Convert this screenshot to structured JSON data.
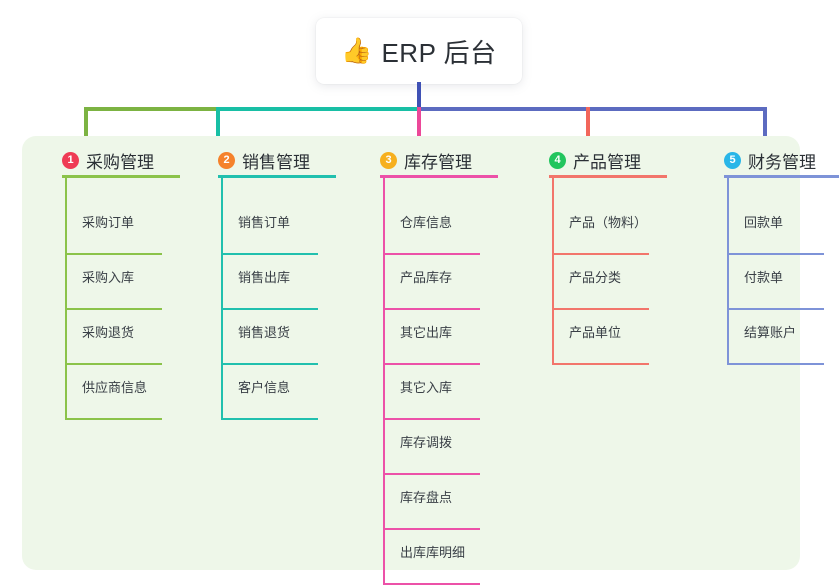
{
  "root": {
    "icon": "thumbs-up-icon",
    "icon_glyph": "👍",
    "title": "ERP 后台"
  },
  "colors": {
    "page_background": "#FFFFFF",
    "panel_background": "#EEF7E9",
    "stem": "#3F51B5",
    "bar_left": "#7CB342",
    "bar_mid": "#18BFA5",
    "bar_right": "#5C6BC0",
    "text": "#2B3036"
  },
  "branches": [
    {
      "number": "1",
      "label": "采购管理",
      "badge_color": "#EF3B55",
      "line_color": "#8BC34A",
      "connector_color": "#7CB342",
      "items": [
        {
          "label": "采购订单"
        },
        {
          "label": "采购入库"
        },
        {
          "label": "采购退货"
        },
        {
          "label": "供应商信息"
        }
      ]
    },
    {
      "number": "2",
      "label": "销售管理",
      "badge_color": "#F5822B",
      "line_color": "#21C0AE",
      "connector_color": "#18BFA5",
      "items": [
        {
          "label": "销售订单"
        },
        {
          "label": "销售出库"
        },
        {
          "label": "销售退货"
        },
        {
          "label": "客户信息"
        }
      ]
    },
    {
      "number": "3",
      "label": "库存管理",
      "badge_color": "#F6B01E",
      "line_color": "#EC51A8",
      "connector_color": "#EC4899",
      "items": [
        {
          "label": "仓库信息"
        },
        {
          "label": "产品库存"
        },
        {
          "label": "其它出库"
        },
        {
          "label": "其它入库"
        },
        {
          "label": "库存调拨"
        },
        {
          "label": "库存盘点"
        },
        {
          "label": "出库库明细"
        }
      ]
    },
    {
      "number": "4",
      "label": "产品管理",
      "badge_color": "#22C55E",
      "line_color": "#F2756B",
      "connector_color": "#F2665B",
      "items": [
        {
          "label": "产品（物料）"
        },
        {
          "label": "产品分类"
        },
        {
          "label": "产品单位"
        }
      ]
    },
    {
      "number": "5",
      "label": "财务管理",
      "badge_color": "#29B6E8",
      "line_color": "#7E93D8",
      "connector_color": "#5C6BC0",
      "items": [
        {
          "label": "回款单"
        },
        {
          "label": "付款单"
        },
        {
          "label": "结算账户"
        }
      ]
    }
  ]
}
